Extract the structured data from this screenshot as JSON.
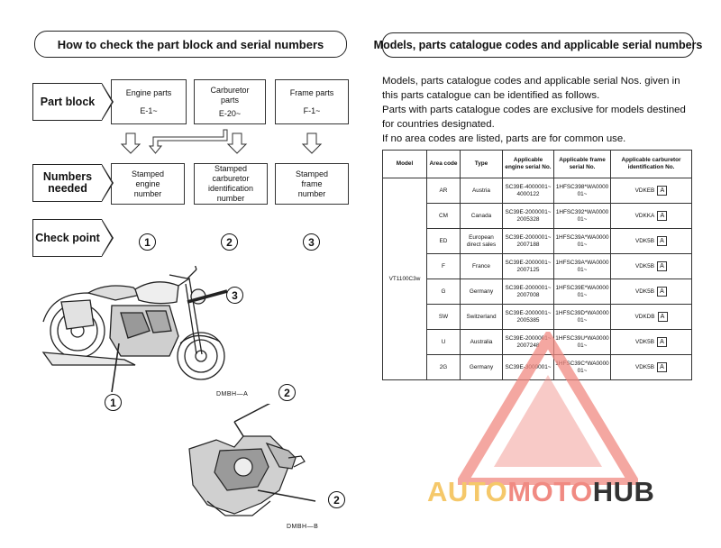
{
  "left_page": {
    "title": "How to check the part block and serial numbers",
    "rows": {
      "part_block": "Part block",
      "numbers_needed": "Numbers needed",
      "check_point": "Check point"
    },
    "part_blocks": [
      {
        "name": "Engine parts",
        "code": "E-1~"
      },
      {
        "name": "Carburetor parts",
        "code": "E-20~"
      },
      {
        "name": "Frame parts",
        "code": "F-1~"
      }
    ],
    "numbers": [
      "Stamped engine number",
      "Stamped carburetor identification number",
      "Stamped frame number"
    ],
    "check_points": [
      "1",
      "2",
      "3"
    ],
    "fig_a_label": "DMBH—A",
    "fig_b_label": "DMBH—B",
    "fig_callouts": [
      "1",
      "2",
      "2",
      "3"
    ]
  },
  "right_page": {
    "title": "Models, parts catalogue codes and applicable serial numbers",
    "paragraphs": [
      "Models, parts catalogue codes and applicable serial Nos. given in this parts catalogue can be identified as follows.",
      "Parts with parts catalogue codes are exclusive for models destined for countries designated.",
      "If no area codes are listed, parts are for common use."
    ],
    "table": {
      "headers": [
        "Model",
        "Area code",
        "Type",
        "Applicable engine serial No.",
        "Applicable frame serial No.",
        "Applicable carburetor identification No."
      ],
      "model": "VT1100C3w",
      "rows": [
        {
          "area": "AR",
          "type": "Austria",
          "engine": "SC39E-4000001~4000122",
          "frame": "1HFSC398*WA000001~",
          "carb": "VDKEB",
          "mark": "A"
        },
        {
          "area": "CM",
          "type": "Canada",
          "engine": "SC39E-2000001~2005328",
          "frame": "1HFSC392*WA000001~",
          "carb": "VDKKA",
          "mark": "A"
        },
        {
          "area": "ED",
          "type": "European direct sales",
          "engine": "SC39E-2000001~2007188",
          "frame": "1HFSC39A*WA000001~",
          "carb": "VDK5B",
          "mark": "A"
        },
        {
          "area": "F",
          "type": "France",
          "engine": "SC39E-2000001~2007125",
          "frame": "1HFSC39A*WA000001~",
          "carb": "VDK5B",
          "mark": "A"
        },
        {
          "area": "G",
          "type": "Germany",
          "engine": "SC39E-2000001~2007008",
          "frame": "1HFSC39E*WA000001~",
          "carb": "VDK5B",
          "mark": "A"
        },
        {
          "area": "SW",
          "type": "Switzerland",
          "engine": "SC39E-2000001~2005385",
          "frame": "1HFSC39D*WA000001~",
          "carb": "VDKDB",
          "mark": "A"
        },
        {
          "area": "U",
          "type": "Australia",
          "engine": "SC39E-2000001~2007248",
          "frame": "1HFSC39U*WA000001~",
          "carb": "VDK5B",
          "mark": "A"
        },
        {
          "area": "2G",
          "type": "Germany",
          "engine": "SC39E-3000001~",
          "frame": "1HFSC39C*WA000001~",
          "carb": "VDK5B",
          "mark": "A"
        }
      ]
    }
  },
  "watermark": {
    "part1": "AUTO",
    "part2": "MOTO",
    "part3": "HUB"
  }
}
